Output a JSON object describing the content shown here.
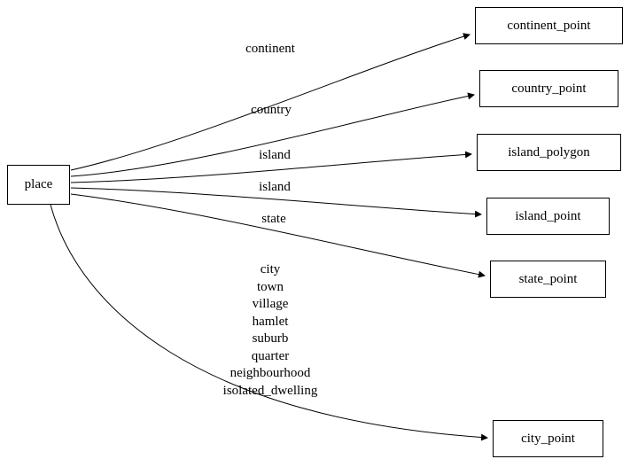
{
  "diagram": {
    "type": "directed-graph",
    "nodes": {
      "place": "place",
      "continent_point": "continent_point",
      "country_point": "country_point",
      "island_polygon": "island_polygon",
      "island_point": "island_point",
      "state_point": "state_point",
      "city_point": "city_point"
    },
    "edges": [
      {
        "from": "place",
        "to": "continent_point",
        "label": "continent"
      },
      {
        "from": "place",
        "to": "country_point",
        "label": "country"
      },
      {
        "from": "place",
        "to": "island_polygon",
        "label": "island"
      },
      {
        "from": "place",
        "to": "island_point",
        "label": "island"
      },
      {
        "from": "place",
        "to": "state_point",
        "label": "state"
      },
      {
        "from": "place",
        "to": "city_point",
        "label_lines": [
          "city",
          "town",
          "village",
          "hamlet",
          "suburb",
          "quarter",
          "neighbourhood",
          "isolated_dwelling"
        ]
      }
    ]
  }
}
